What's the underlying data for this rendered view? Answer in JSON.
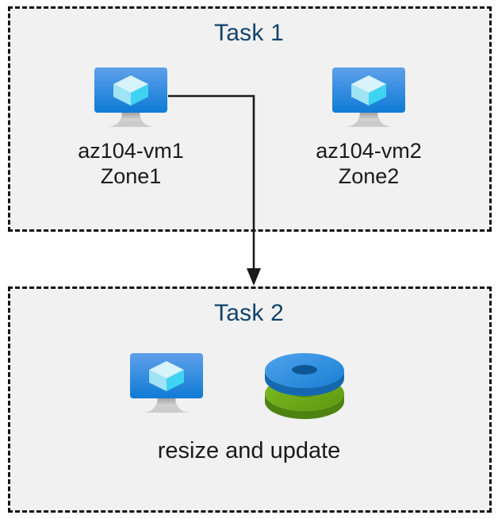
{
  "diagram": {
    "title_color": "#12436b",
    "label_color": "#1a1a1a",
    "panel_fill": "#f1f1f1",
    "panel_border": "#111111",
    "connector_color": "#1a1a1a",
    "accent_blue": "#1b8ae0",
    "accent_green": "#6aa316"
  },
  "task1": {
    "title": "Task 1",
    "nodes": [
      {
        "icon": "azure-virtual-machine-icon",
        "name": "az104-vm1",
        "zone": "Zone1",
        "label": "az104-vm1\nZone1"
      },
      {
        "icon": "azure-virtual-machine-icon",
        "name": "az104-vm2",
        "zone": "Zone2",
        "label": "az104-vm2\nZone2"
      }
    ]
  },
  "task2": {
    "title": "Task 2",
    "nodes": [
      {
        "icon": "azure-virtual-machine-icon",
        "label": ""
      },
      {
        "icon": "azure-managed-disks-icon",
        "label": ""
      }
    ],
    "caption": "resize and update"
  },
  "connector": {
    "from": "az104-vm1",
    "to": "Task 2",
    "style": "orthogonal-arrow",
    "arrow_direction": "down"
  }
}
